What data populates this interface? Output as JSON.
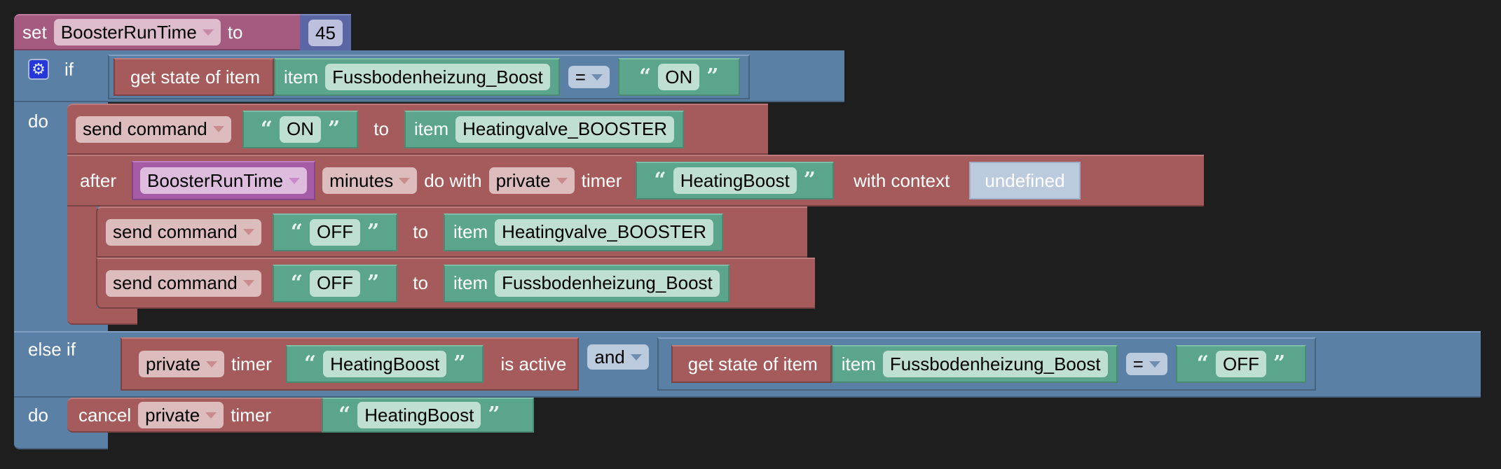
{
  "set_block": {
    "keyword": "set",
    "variable": "BoosterRunTime",
    "to": "to",
    "value": "45"
  },
  "if_block": {
    "gear_icon": "gear-icon",
    "if_label": "if",
    "condition": {
      "get_state_label": "get state of item",
      "item_label": "item",
      "item_name": "Fussbodenheizung_Boost",
      "operator": "=",
      "value": "ON"
    },
    "do_label": "do",
    "do_statements": {
      "send_on": {
        "command_label": "send command",
        "value": "ON",
        "to": "to",
        "item_label": "item",
        "item_name": "Heatingvalve_BOOSTER"
      },
      "after": {
        "after_label": "after",
        "variable": "BoosterRunTime",
        "unit": "minutes",
        "do_with": "do with",
        "scope": "private",
        "timer": "timer",
        "timer_name": "HeatingBoost",
        "with_context": "with context",
        "context_value": "undefined",
        "statements": [
          {
            "command_label": "send command",
            "value": "OFF",
            "to": "to",
            "item_label": "item",
            "item_name": "Heatingvalve_BOOSTER"
          },
          {
            "command_label": "send command",
            "value": "OFF",
            "to": "to",
            "item_label": "item",
            "item_name": "Fussbodenheizung_Boost"
          }
        ]
      }
    },
    "else_if_label": "else if",
    "else_if_condition": {
      "scope": "private",
      "timer": "timer",
      "timer_name": "HeatingBoost",
      "is_active": "is active",
      "logic_op": "and",
      "get_state_label": "get state of item",
      "item_label": "item",
      "item_name": "Fussbodenheizung_Boost",
      "operator": "=",
      "value": "OFF"
    },
    "else_do_label": "do",
    "else_do": {
      "cancel": "cancel",
      "scope": "private",
      "timer": "timer",
      "timer_name": "HeatingBoost"
    }
  },
  "colors": {
    "background": "#1e1e1e",
    "variables": "#a55b80",
    "control": "#5b80a5",
    "actions": "#a55b5b",
    "text": "#5ba58c",
    "math": "#5b67a5",
    "variable_get": "#a55ba5"
  }
}
